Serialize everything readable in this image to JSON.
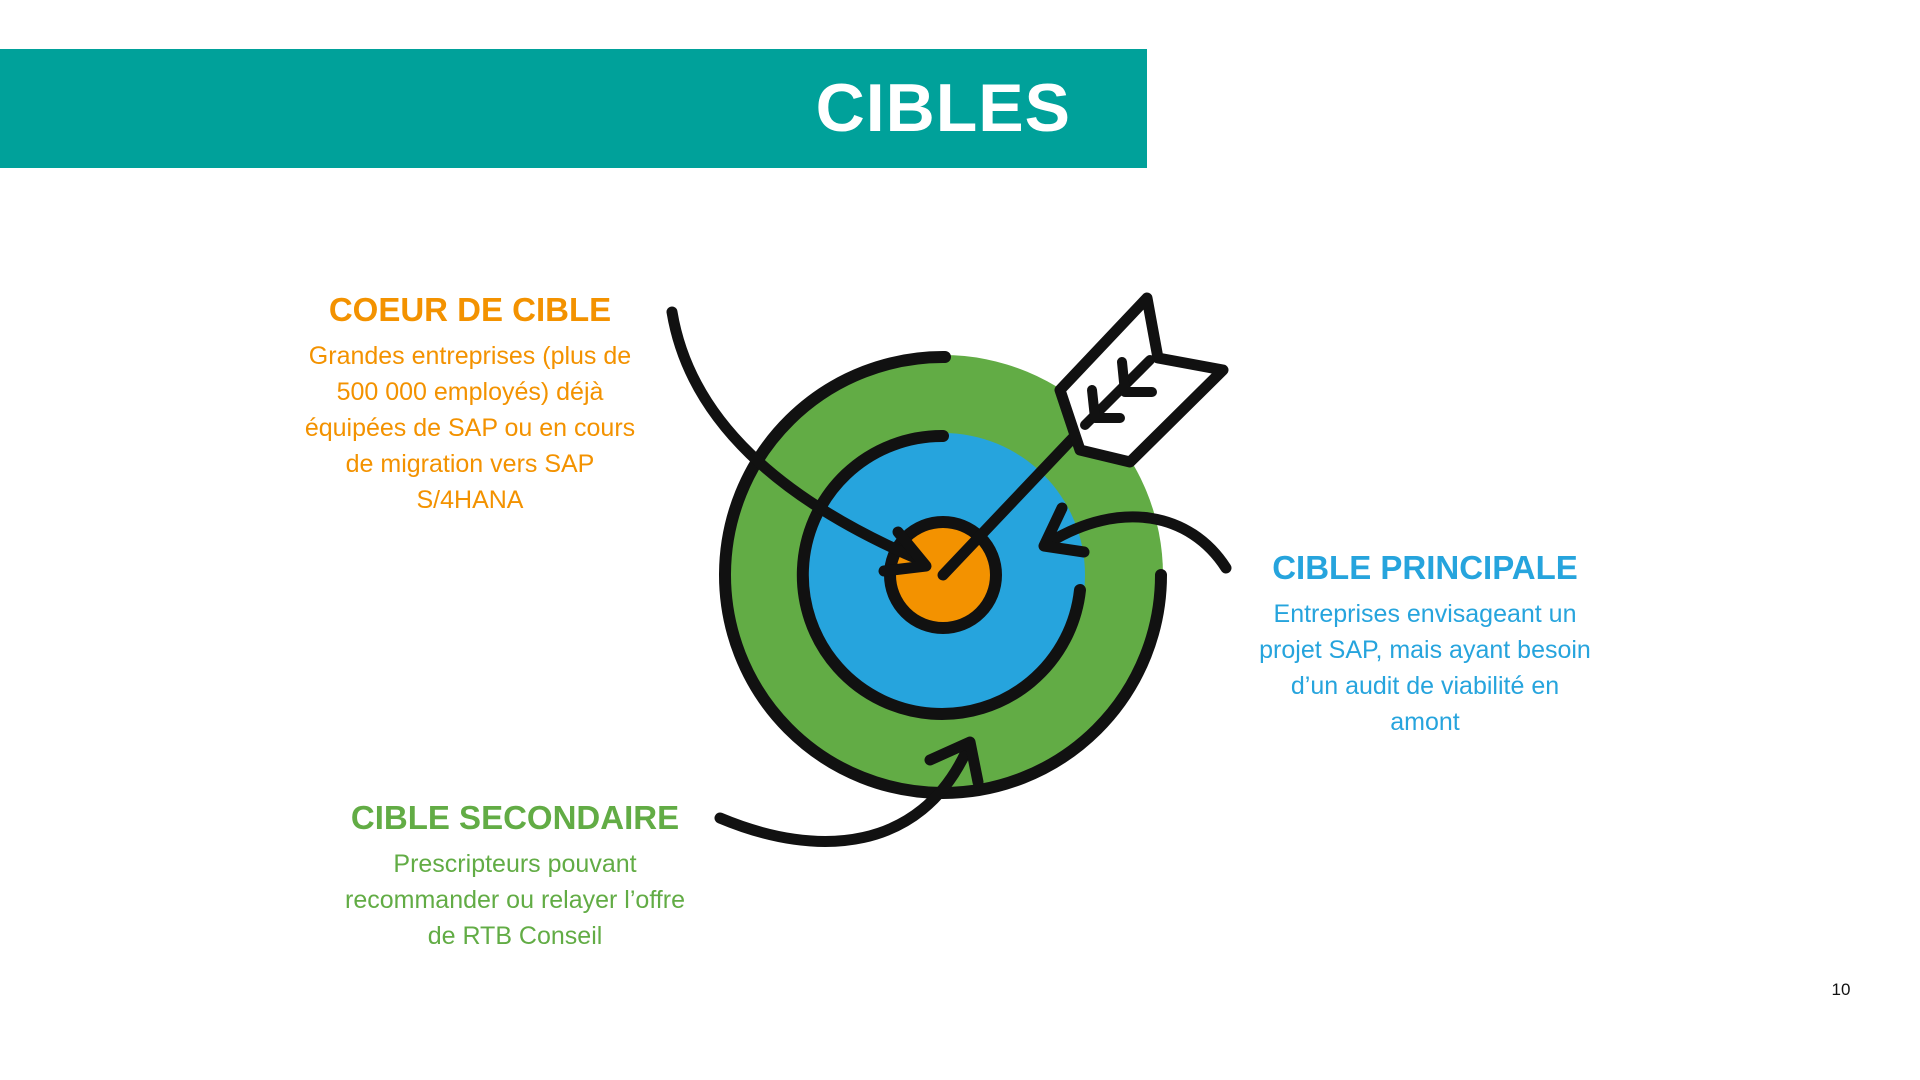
{
  "header": {
    "title": "CIBLES"
  },
  "colors": {
    "header_bg": "#00a19a",
    "core": "#f39200",
    "main": "#26a4dd",
    "secondary": "#62ac45",
    "outline": "#111111"
  },
  "targets": {
    "core": {
      "heading": "COEUR DE CIBLE",
      "lines": [
        "Grandes entreprises (plus de",
        "500 000 employés) déjà",
        "équipées de SAP ou en cours",
        "de migration vers SAP",
        "S/4HANA"
      ]
    },
    "main": {
      "heading": "CIBLE PRINCIPALE",
      "lines": [
        "Entreprises envisageant un",
        "projet SAP, mais ayant besoin",
        "d’un audit de viabilité en",
        "amont"
      ]
    },
    "secondary": {
      "heading": "CIBLE SECONDAIRE",
      "lines": [
        "Prescripteurs pouvant",
        "recommander ou relayer l’offre",
        "de RTB Conseil"
      ]
    }
  },
  "page_number": "10"
}
